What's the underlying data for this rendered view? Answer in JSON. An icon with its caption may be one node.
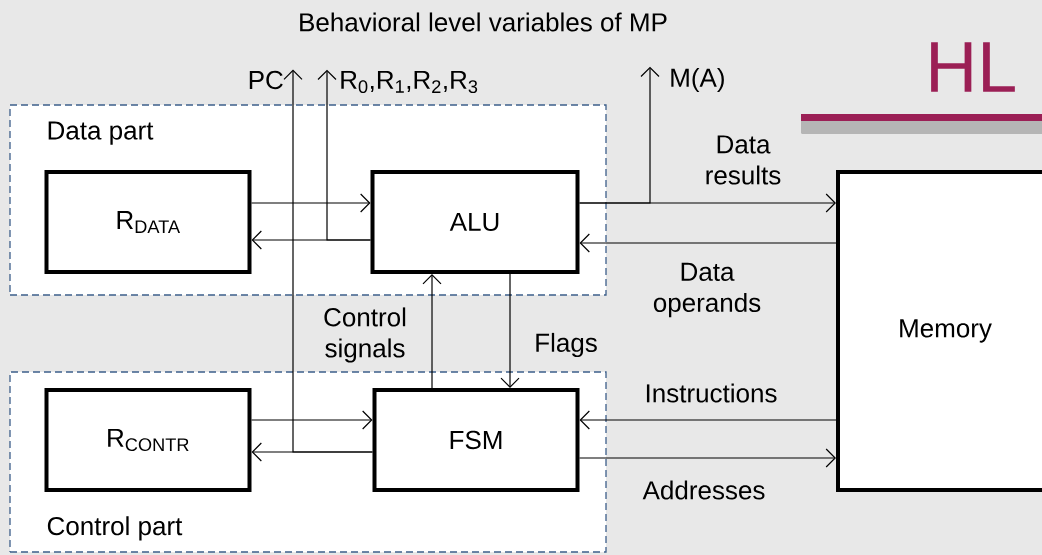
{
  "diagram": {
    "title": "HL",
    "nodes": [
      {
        "text": [
          "Data part"
        ]
      },
      {
        "text": [
          "R$_{DATA}$"
        ],
        "in": 0
      },
      {
        "text": [
          "ALU"
        ],
        "in": 0
      },
      {
        "text": [
          "Control part"
        ]
      },
      {
        "text": [
          "R$_{CONTR}$"
        ],
        "in": 3
      },
      {
        "text": [
          "FSM"
        ],
        "in": 3
      },
      {
        "text": [
          "Memory"
        ]
      },
      {
        "text": [
          "PC"
        ]
      },
      {
        "text": [
          "R$_{0}$,R$_{1}$,R$_{2}$,R$_{3}$"
        ]
      },
      {
        "text": [
          "M(A)"
        ]
      }
    ],
    "edges": [
      {
        "from": 1,
        "to": 2,
        "arrow": "to"
      },
      {
        "from": 2,
        "to": 1,
        "arrow": "to"
      },
      {
        "from": 2,
        "to": 8,
        "arrow": "to"
      },
      {
        "from": 2,
        "to": 6,
        "arrow": "to",
        "label": "Data results"
      },
      {
        "from": 2,
        "to": 9,
        "arrow": "to"
      },
      {
        "from": 6,
        "to": 2,
        "arrow": "to",
        "label": "Data operands"
      },
      {
        "from": 5,
        "to": 2,
        "arrow": "to",
        "label": "Control signals"
      },
      {
        "from": 2,
        "to": 5,
        "arrow": "to",
        "label": "Flags"
      },
      {
        "from": 4,
        "to": 5,
        "arrow": "to"
      },
      {
        "from": 5,
        "to": 4,
        "arrow": "to"
      },
      {
        "from": 5,
        "to": 7,
        "arrow": "to"
      },
      {
        "from": 6,
        "to": 5,
        "arrow": "to",
        "label": "Instructions"
      },
      {
        "from": 5,
        "to": 6,
        "arrow": "to",
        "label": "Addresses"
      }
    ],
    "labels": [
      "Behavioral level variables of MP"
    ]
  }
}
